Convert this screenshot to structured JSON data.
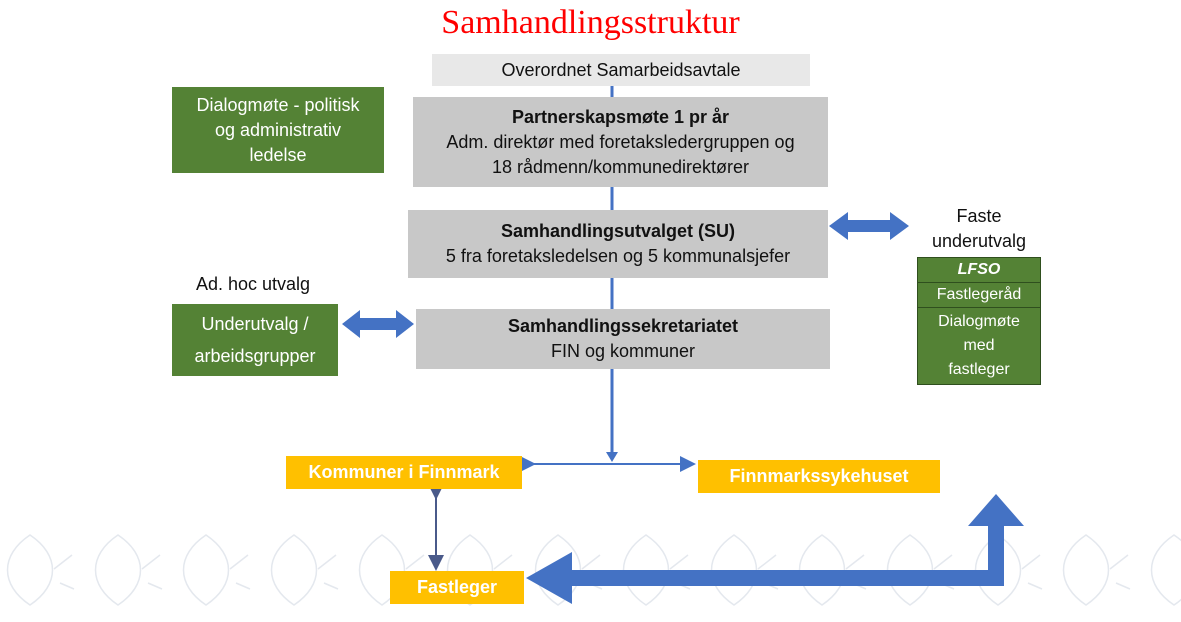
{
  "title": "Samhandlingsstruktur",
  "overordnet": "Overordnet Samarbeidsavtale",
  "partnerskap": {
    "heading": "Partnerskapsmøte 1 pr år",
    "line1": "Adm. direktør med foretaksledergruppen og",
    "line2": "18 rådmenn/kommunedirektører"
  },
  "dialogmote_politisk": {
    "line1": "Dialogmøte - politisk",
    "line2": "og administrativ",
    "line3": "ledelse"
  },
  "su": {
    "heading": "Samhandlingsutvalget (SU)",
    "line1": "5 fra foretaksledelsen og 5 kommunalsjefer"
  },
  "faste_underutvalg": {
    "label_line1": "Faste",
    "label_line2": "underutvalg",
    "items": [
      "LFSO",
      "Fastlegeråd",
      "Dialogmøte",
      "med",
      "fastleger"
    ]
  },
  "adhoc": {
    "label": "Ad. hoc utvalg",
    "box_line1": "Underutvalg /",
    "box_line2": "arbeidsgrupper"
  },
  "sekretariat": {
    "heading": "Samhandlingssekretariatet",
    "line1": "FIN og kommuner"
  },
  "kommuner": "Kommuner i Finnmark",
  "sykehus": "Finnmarkssykehuset",
  "fastleger": "Fastleger",
  "colors": {
    "title": "#ff0000",
    "green": "#548235",
    "yellow": "#ffc000",
    "gray": "#c8c8c8",
    "arrow_blue": "#4472c4"
  }
}
